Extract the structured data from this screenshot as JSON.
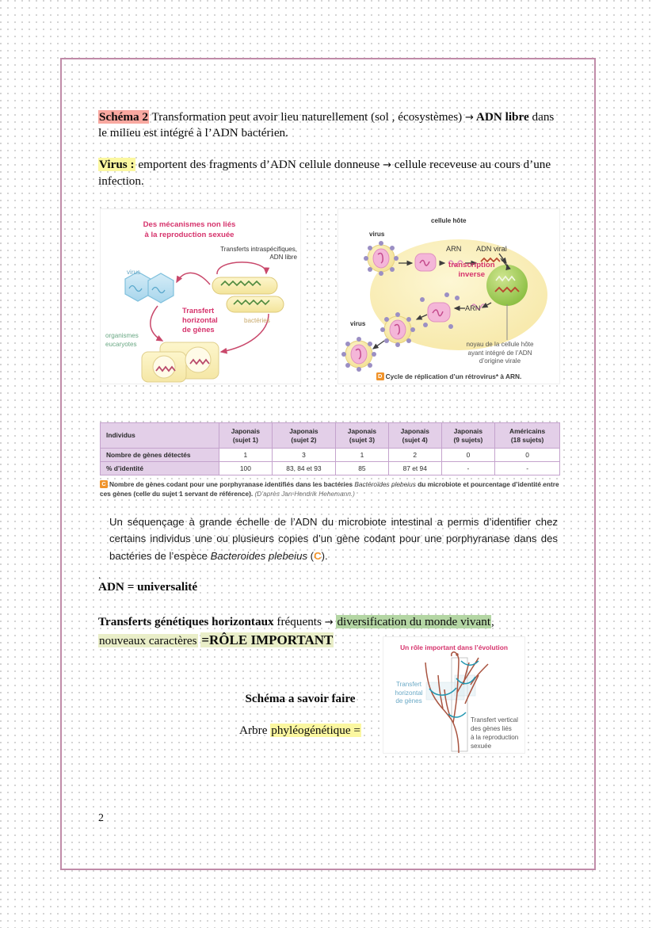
{
  "page": {
    "number": "2"
  },
  "notes": {
    "schema2": {
      "highlight": "Schéma 2",
      "text_1": " Transformation peut avoir lieu naturellement (sol , écosystèmes) ",
      "arrow": "→",
      "bold_1": " ADN libre",
      "text_2": " dans le milieu est intégré à l’ADN bactérien."
    },
    "virus": {
      "highlight": "Virus :",
      "text_1": " emportent des fragments d’ADN cellule donneuse ",
      "arrow": "→",
      "text_2": " cellule receveuse au cours d’une infection."
    },
    "adn_universalite": "ADN = universalité",
    "transferts": {
      "bold_1": "Transferts génétiques horizontaux",
      "text_1": " fréquents ",
      "arrow": "→",
      "highlight_green": "diversification du monde vivant",
      "comma": ",",
      "highlight_cream": "nouveaux caractères",
      "bold_2": "=RÔLE IMPORTANT"
    },
    "schema_savoir_faire": "Schéma a savoir faire",
    "arbre": {
      "text_1": "Arbre ",
      "highlight": "phyléogénétique ="
    }
  },
  "figure_left": {
    "title_line1": "Des mécanismes non liés",
    "title_line2": "à la reproduction sexuée",
    "label_virus": "virus",
    "label_transferts_line1": "Transferts intraspécifiques,",
    "label_transferts_line2": "ADN libre",
    "label_transfert_line1": "Transfert",
    "label_transfert_line2": "horizontal",
    "label_transfert_line3": "de gènes",
    "label_bacteries": "bactéries",
    "label_eucaryotes_line1": "organismes",
    "label_eucaryotes_line2": "eucaryotes"
  },
  "figure_right": {
    "label_cellule_hote": "cellule hôte",
    "label_virus_top": "virus",
    "label_virus_bottom": "virus",
    "label_arn_top": "ARN",
    "label_adn_viral": "ADN viral",
    "label_transcription_line1": "transcription",
    "label_transcription_line2": "inverse",
    "label_arn_bottom": "ARN",
    "label_noyau_line1": "noyau de la cellule hôte",
    "label_noyau_line2": "ayant intégré de l’ADN",
    "label_noyau_line3": "d’origine virale",
    "caption_badge": "D",
    "caption_text": "Cycle de réplication d’un rétrovirus* à ARN."
  },
  "figure_tree": {
    "title": "Un rôle important dans l’évolution",
    "label_horizontal_line1": "Transfert",
    "label_horizontal_line2": "horizontal",
    "label_horizontal_line3": "de gènes",
    "label_vertical_line1": "Transfert vertical",
    "label_vertical_line2": "des gènes liés",
    "label_vertical_line3": "à la reproduction",
    "label_vertical_line4": "sexuée"
  },
  "table": {
    "headers": [
      "Individus",
      "Japonais\n(sujet 1)",
      "Japonais\n(sujet 2)",
      "Japonais\n(sujet 3)",
      "Japonais\n(sujet 4)",
      "Japonais\n(9 sujets)",
      "Américains\n(18 sujets)"
    ],
    "header_cells": [
      {
        "l1": "Japonais",
        "l2": "(sujet 1)"
      },
      {
        "l1": "Japonais",
        "l2": "(sujet 2)"
      },
      {
        "l1": "Japonais",
        "l2": "(sujet 3)"
      },
      {
        "l1": "Japonais",
        "l2": "(sujet 4)"
      },
      {
        "l1": "Japonais",
        "l2": "(9 sujets)"
      },
      {
        "l1": "Américains",
        "l2": "(18 sujets)"
      }
    ],
    "corner_label": "Individus",
    "rows": [
      {
        "label": "Nombre de gènes détectés",
        "cells": [
          "1",
          "3",
          "1",
          "2",
          "0",
          "0"
        ]
      },
      {
        "label": "% d’identité",
        "cells": [
          "100",
          "83, 84 et 93",
          "85",
          "87 et 94",
          "-",
          "-"
        ]
      }
    ],
    "caption_badge": "C",
    "caption_part1": "Nombre de gènes codant pour une porphyranase identifiés dans les bactéries ",
    "caption_italic1": "Bactéroïdes plebeius",
    "caption_part2": " du microbiote et pourcentage d’identité entre ces gènes (celle du sujet 1 servant de référence). ",
    "caption_source": "(D’après Jan-Hendrik Hehemann.)"
  },
  "printed_paragraph": {
    "part1": "Un séquençage à grande échelle de l’ADN du microbiote intestinal a permis d’identifier chez certains individus une ou plusieurs copies d’un gène codant pour une porphyranase dans des bactéries de l’espèce ",
    "italic": "Bacteroides plebeius",
    "part2": " (",
    "badge": "C",
    "part3": ")."
  },
  "colors": {
    "page_border": "#c08ba8",
    "highlight_salmon": "#f9a8a0",
    "highlight_yellow": "#fbf7a0",
    "highlight_green": "#b4d6a4",
    "highlight_cream": "#e9eec8",
    "table_header": "#e3cfe8",
    "table_border": "#c4a3cd",
    "badge_orange": "#f0932b",
    "figure_pink": "#d6336c"
  }
}
